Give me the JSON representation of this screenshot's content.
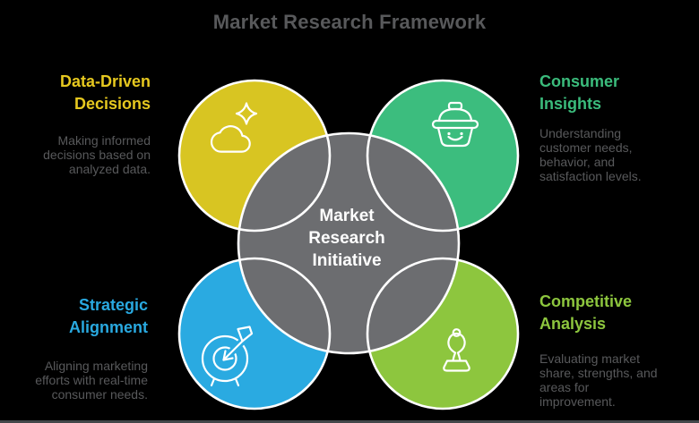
{
  "title": "Market Research Framework",
  "center": {
    "label": "Market\nResearch\nInitiative",
    "circle_color": "#6c6d70",
    "text_color": "#ffffff"
  },
  "nodes": [
    {
      "id": "data-driven-decisions",
      "position": "top-left",
      "title": "Data-Driven\nDecisions",
      "description": "Making informed\ndecisions based on\nanalyzed data.",
      "circle_color": "#d8c522",
      "accent_color": "#e6c81f",
      "icon": "cloud-sparkle-icon"
    },
    {
      "id": "consumer-insights",
      "position": "top-right",
      "title": "Consumer\nInsights",
      "description": "Understanding\ncustomer needs,\nbehavior, and\nsatisfaction levels.",
      "circle_color": "#3cbd7e",
      "accent_color": "#3bbc7c",
      "icon": "shopping-basket-icon"
    },
    {
      "id": "strategic-alignment",
      "position": "bottom-left",
      "title": "Strategic\nAlignment",
      "description": "Aligning marketing\nefforts with real-time\nconsumer needs.",
      "circle_color": "#2aaae1",
      "accent_color": "#29a9e0",
      "icon": "target-arrow-icon"
    },
    {
      "id": "competitive-analysis",
      "position": "bottom-right",
      "title": "Competitive\nAnalysis",
      "description": "Evaluating market\nshare, strengths, and\nareas for\nimprovement.",
      "circle_color": "#8dc63e",
      "accent_color": "#8dc63e",
      "icon": "chess-bishop-icon"
    }
  ],
  "colors": {
    "background": "#000000",
    "title_text": "#58595b",
    "description_text": "#58595b",
    "circle_outline": "#ffffff",
    "bottom_bar": "#43474a"
  }
}
